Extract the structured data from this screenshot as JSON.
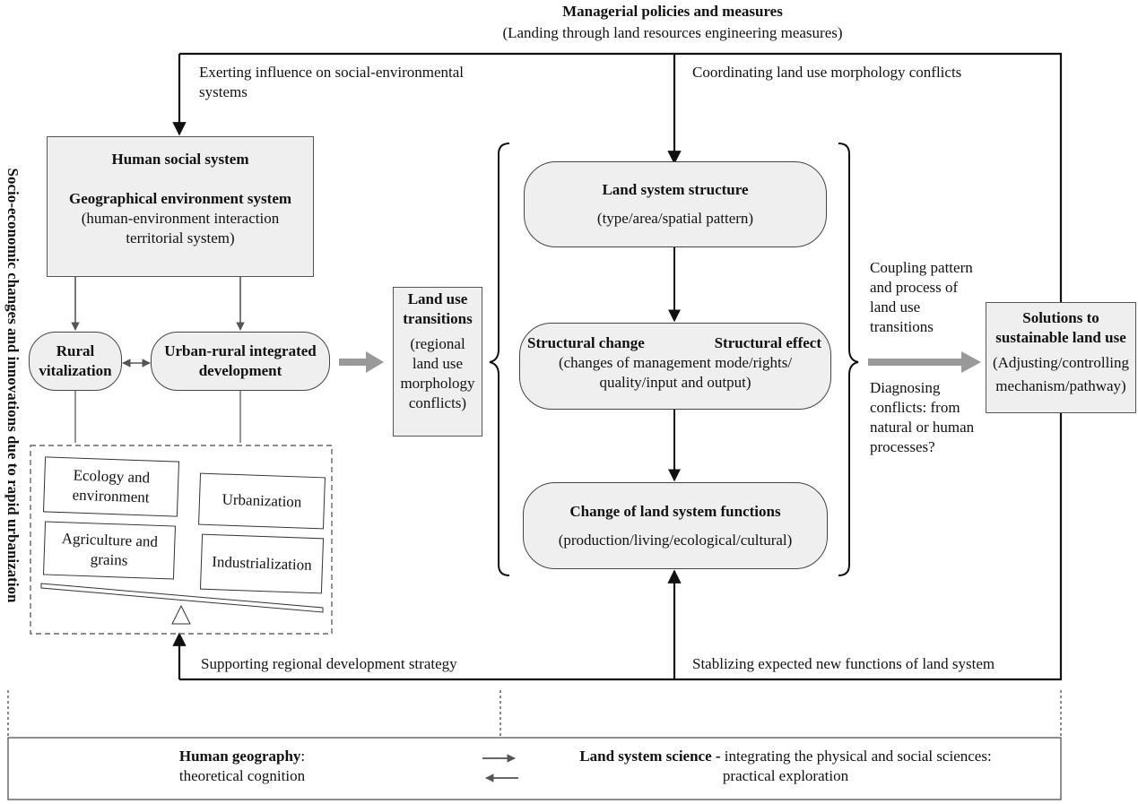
{
  "top": {
    "title": "Managerial policies and measures",
    "subtitle": "(Landing through land resources engineering measures)",
    "left_note": "Exerting influence on social-environmental systems",
    "left_note_line1": "Exerting influence on social-environmental",
    "left_note_line2": "systems",
    "right_note": "Coordinating land use morphology conflicts"
  },
  "side_label": "Socio-economic changes and innovations due to rapid urbanization",
  "human_system": {
    "line1": "Human social system",
    "line2": "Geographical environment system",
    "line3": "(human-environment interaction",
    "line4": "territorial system)"
  },
  "rural": {
    "line1": "Rural",
    "line2": "vitalization"
  },
  "urban": {
    "line1": "Urban-rural integrated",
    "line2": "development"
  },
  "balance": {
    "items": [
      {
        "line1": "Ecology and",
        "line2": "environment"
      },
      {
        "line1": "Urbanization",
        "line2": ""
      },
      {
        "line1": "Agriculture and",
        "line2": "grains"
      },
      {
        "line1": "Industrialization",
        "line2": ""
      }
    ]
  },
  "transitions": {
    "title1": "Land use",
    "title2": "transitions",
    "sub1": "(regional",
    "sub2": "land use",
    "sub3": "morphology",
    "sub4": "conflicts)"
  },
  "land_structure": {
    "title": "Land system structure",
    "sub": "(type/area/spatial pattern)"
  },
  "structural": {
    "left": "Structural change",
    "right": "Structural effect",
    "sub1": "(changes of management mode/rights/",
    "sub2": "quality/input and output)"
  },
  "functions": {
    "title": "Change of land system functions",
    "sub": "(production/living/ecological/cultural)"
  },
  "coupling": {
    "lines": [
      "Coupling pattern",
      "and process of",
      "land use",
      "transitions"
    ]
  },
  "diagnosing": {
    "lines": [
      "Diagnosing",
      "conflicts: from",
      "natural or human",
      "processes?"
    ]
  },
  "solutions": {
    "title1": "Solutions to",
    "title2": "sustainable land use",
    "sub1": "(Adjusting/controlling",
    "sub2": "mechanism/pathway)"
  },
  "bottom_notes": {
    "left": "Supporting regional development strategy",
    "right": "Stablizing expected new functions of land system"
  },
  "footer": {
    "left_bold": "Human geography",
    "left_rest": ":",
    "left_line2": "theoretical cognition",
    "right_bold": "Land system science -",
    "right_rest": " integrating the physical and social sciences:",
    "right_line2": "practical exploration"
  }
}
